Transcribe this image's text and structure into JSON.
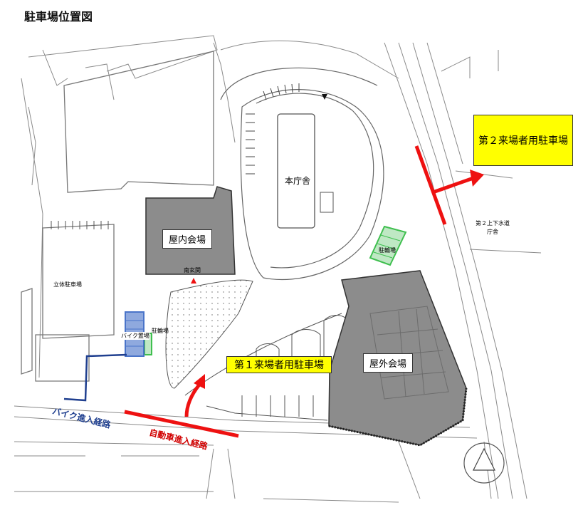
{
  "page": {
    "title": "駐車場位置図"
  },
  "map": {
    "buildings": {
      "main_office": "本庁舎",
      "indoor_venue": "屋内会場",
      "south_entrance": "南玄関",
      "outdoor_venue": "屋外会場",
      "multistory_parking": "立体駐車場",
      "sewerage_office": "第２上下水道\n庁舎"
    },
    "parking": {
      "lot1": "第１来場者用駐車場",
      "lot2": "第２来場者用駐車場",
      "bicycle_north": "駐輪場",
      "bicycle_south": "駐輪場",
      "motorcycle": "バイク置場"
    },
    "routes": {
      "motorcycle_route": "バイク進入経路",
      "car_route": "自動車進入経路"
    },
    "colors": {
      "route_red": "#ee1111",
      "route_blue": "#1f3f8f",
      "venue_gray": "#8c8c8c",
      "lot_label_yellow": "#ffff00",
      "bicycle_green": "#3fbf4f",
      "motorcycle_blue": "#4a74c9"
    }
  }
}
